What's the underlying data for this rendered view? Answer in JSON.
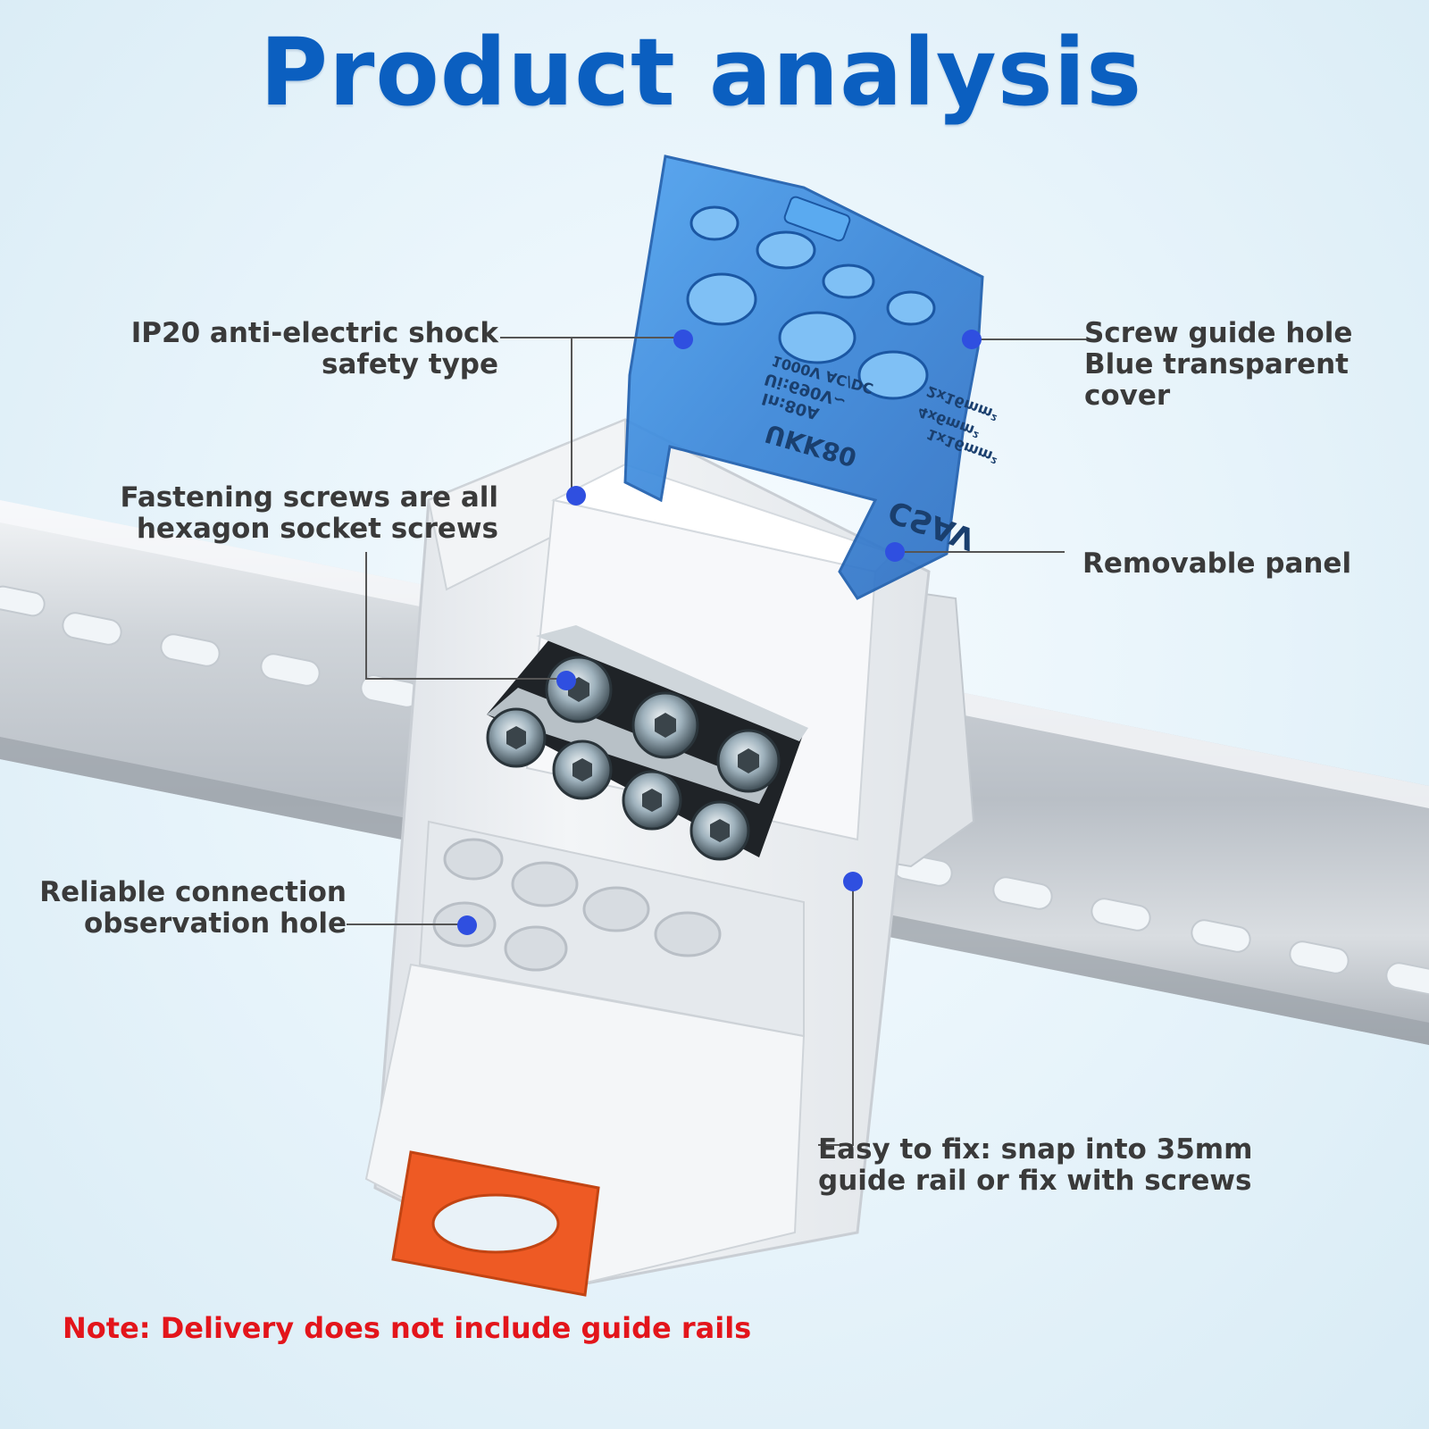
{
  "title": "Product analysis",
  "callouts": {
    "ip20": {
      "line1": "IP20 anti-electric shock",
      "line2": "safety type"
    },
    "screws": {
      "line1": "Fastening screws are all",
      "line2": "hexagon socket screws"
    },
    "hole": {
      "line1": "Reliable connection",
      "line2": "observation hole"
    },
    "cover": {
      "line1": "Screw guide hole",
      "line2": "Blue transparent",
      "line3": "cover"
    },
    "panel": {
      "line1": "Removable panel"
    },
    "fix": {
      "line1": "Easy to fix: snap into 35mm",
      "line2": "guide rail or fix with screws"
    }
  },
  "note": "Note: Delivery does not include guide rails",
  "product_marking": {
    "model": "UKK80",
    "current": "In:80A",
    "voltage": "Ui:690V~",
    "dc_rating": "1000V AC/DC",
    "wire_spec_1": "1x16mm²",
    "wire_spec_2": "4x6mm²",
    "wire_spec_3": "2x16mm²",
    "brand": "CSAV"
  },
  "colors": {
    "title": "#0b5fc0",
    "callout_text": "#3a3a3a",
    "marker_dot": "#2f4fe0",
    "note_text": "#e3151b",
    "cover_blue": "#3f8fe0",
    "housing": "#eef0f3",
    "release_tab": "#ee5a24"
  }
}
